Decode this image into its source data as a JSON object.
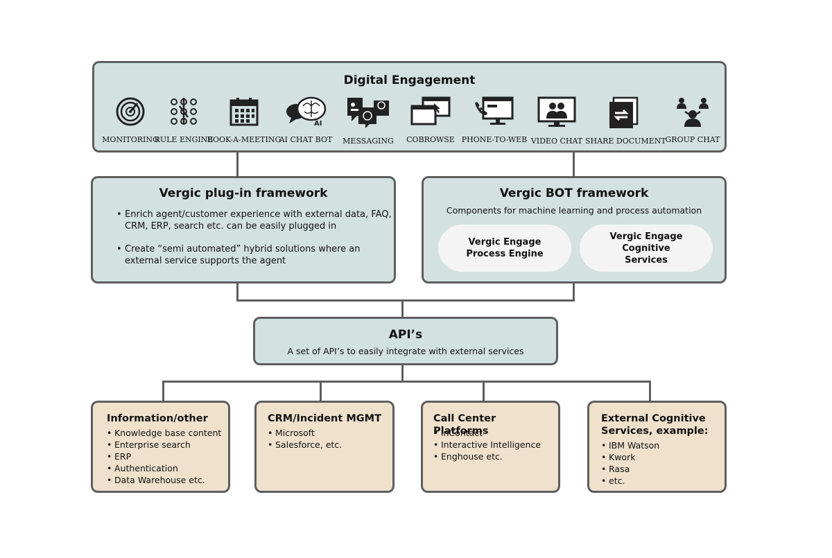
{
  "digital_engagement": {
    "title": "Digital Engagement",
    "channels": [
      {
        "label": "MONITORING",
        "icon": "radar-icon"
      },
      {
        "label": "RULE ENGINE",
        "icon": "rule-engine-icon"
      },
      {
        "label": "BOOK-A-MEETING",
        "icon": "calendar-icon"
      },
      {
        "label": "AI CHAT BOT",
        "icon": "ai-chat-bot-icon",
        "icon_text": "AI"
      },
      {
        "label": "MESSAGING",
        "icon": "messaging-icon"
      },
      {
        "label": "COBROWSE",
        "icon": "cobrowse-icon"
      },
      {
        "label": "PHONE-TO-WEB",
        "icon": "phone-to-web-icon"
      },
      {
        "label": "VIDEO CHAT",
        "icon": "video-chat-icon"
      },
      {
        "label": "SHARE DOCUMENT",
        "icon": "share-document-icon"
      },
      {
        "label": "GROUP CHAT",
        "icon": "group-chat-icon"
      }
    ]
  },
  "plugin_framework": {
    "title": "Vergic plug-in framework",
    "bullets": [
      "Enrich agent/customer experience with external data, FAQ, CRM, ERP, search etc. can be easily plugged in",
      "Create “semi automated” hybrid solutions where an external service supports the agent"
    ]
  },
  "bot_framework": {
    "title": "Vergic BOT framework",
    "subtitle": "Components for machine learning and process automation",
    "components": [
      "Vergic Engage Process Engine",
      "Vergic Engage Cognitive Services"
    ]
  },
  "apis": {
    "title": "API’s",
    "subtitle": "A set of API’s to easily integrate with external services"
  },
  "integrations": [
    {
      "title": "Information/other",
      "items": [
        "Knowledge base content",
        "Enterprise search",
        "ERP",
        "Authentication",
        "Data Warehouse etc."
      ]
    },
    {
      "title": "CRM/Incident MGMT",
      "items": [
        "Microsoft",
        "Salesforce, etc."
      ]
    },
    {
      "title": "Call Center Platforms",
      "items": [
        "inContact",
        "Interactive Intelligence",
        "Enghouse etc."
      ]
    },
    {
      "title": "External Cognitive Services, example:",
      "items": [
        "IBM Watson",
        "Kwork",
        "Rasa",
        "etc."
      ]
    }
  ],
  "colors": {
    "box_blue": "#d3e1e1",
    "box_tan": "#efe1cc",
    "border": "#5e5e5e",
    "pill": "#f4f4f4"
  }
}
